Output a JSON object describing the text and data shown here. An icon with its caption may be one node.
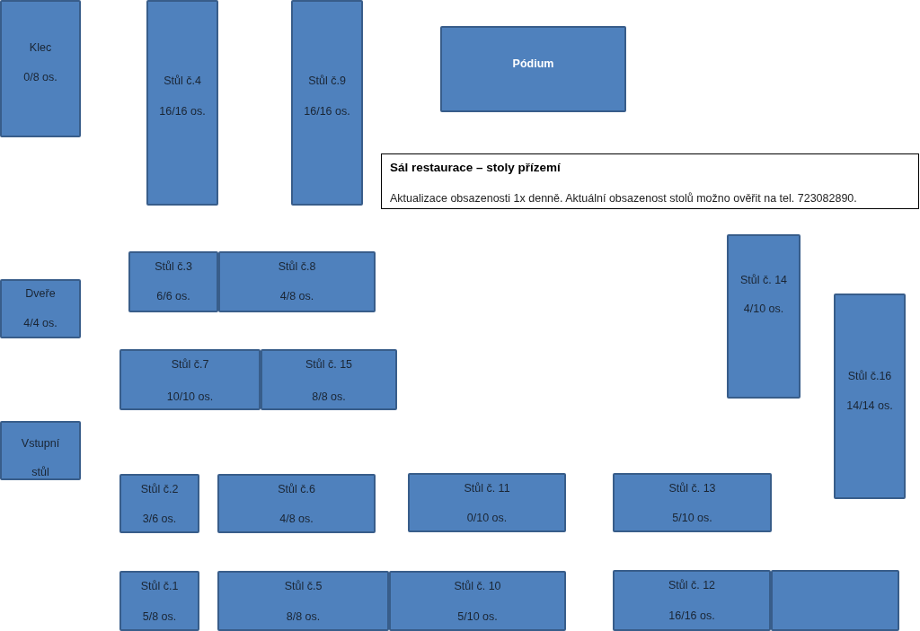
{
  "diagram": {
    "nodes": [
      {
        "text": [
          "Klec",
          "0/8 os."
        ]
      },
      {
        "text": [
          "Stůl č.4",
          "16/16 os."
        ]
      },
      {
        "text": [
          "Stůl č.9",
          "16/16 os."
        ]
      },
      {
        "text": [
          "Pódium"
        ]
      },
      {
        "text": [
          "Sál restaurace – stoly přízemí",
          "Aktualizace obsazenosti 1x denně. Aktuální obsazenost stolů možno ověřit na tel. 723082890."
        ]
      },
      {
        "text": [
          "Stůl č.3",
          "6/6 os."
        ]
      },
      {
        "text": [
          "Stůl č.8",
          "4/8 os."
        ]
      },
      {
        "text": [
          "Dveře",
          "4/4 os."
        ]
      },
      {
        "text": [
          "Stůl č. 14",
          "4/10 os."
        ]
      },
      {
        "text": [
          "Stůl č.7",
          "10/10 os."
        ]
      },
      {
        "text": [
          "Stůl č. 15",
          "8/8 os."
        ]
      },
      {
        "text": [
          "Stůl č.16",
          "14/14 os."
        ]
      },
      {
        "text": [
          "Vstupní stůl"
        ]
      },
      {
        "text": [
          "Stůl č.2",
          "3/6 os."
        ]
      },
      {
        "text": [
          "Stůl č.6",
          "4/8 os."
        ]
      },
      {
        "text": [
          "Stůl č. 11",
          "0/10 os."
        ]
      },
      {
        "text": [
          "Stůl č. 13",
          "5/10 os."
        ]
      },
      {
        "text": [
          "Stůl č.1",
          "5/8 os."
        ]
      },
      {
        "text": [
          "Stůl č.5",
          "8/8 os."
        ]
      },
      {
        "text": [
          "Stůl č. 10",
          "5/10 os."
        ]
      },
      {
        "text": [
          "Stůl č. 12",
          "16/16 os."
        ]
      },
      {
        "text": [],
        "shape": "box"
      }
    ]
  }
}
